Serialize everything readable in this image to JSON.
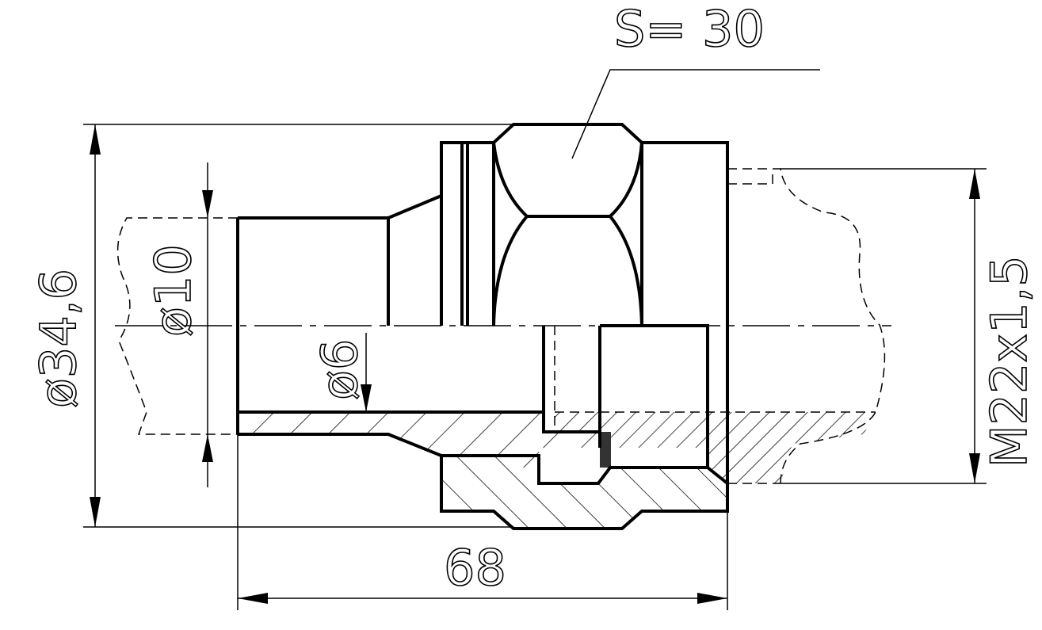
{
  "drawing": {
    "labels": {
      "wrench_size": "S= 30",
      "outer_diameter": "ø34,6",
      "diameter_10": "ø10",
      "diameter_6": "ø6",
      "thread": "M22x1,5",
      "length": "68"
    },
    "colors": {
      "line": "#000000",
      "background": "#ffffff"
    }
  }
}
